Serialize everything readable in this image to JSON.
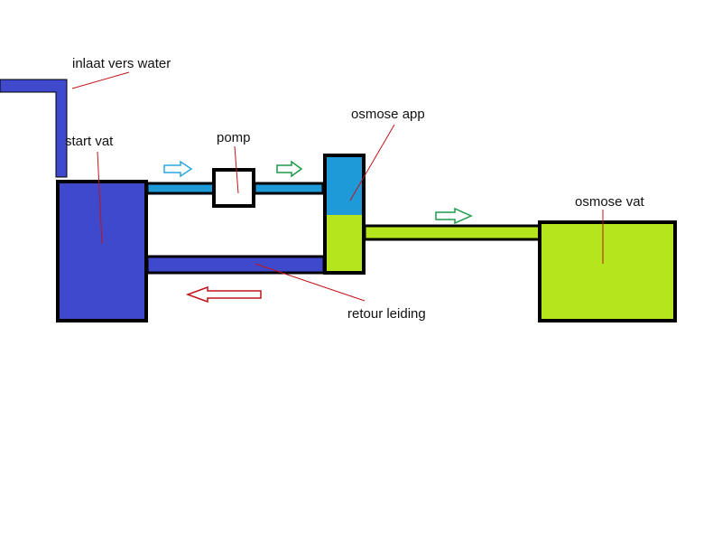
{
  "labels": {
    "inlet": "inlaat vers water",
    "start_tank": "start vat",
    "pump": "pomp",
    "osmosis_unit": "osmose app",
    "osmosis_tank": "osmose vat",
    "return_line": "retour leiding"
  },
  "colors": {
    "raw_water": "#3f49cc",
    "pumped_water": "#1e9ad8",
    "osmosis_water": "#b5e51d",
    "outline": "#000000",
    "pointer_line": "#c0151b",
    "arrow_blue": "#2aa7e0",
    "arrow_green": "#1e9a4a",
    "arrow_red": "#c0151b"
  }
}
